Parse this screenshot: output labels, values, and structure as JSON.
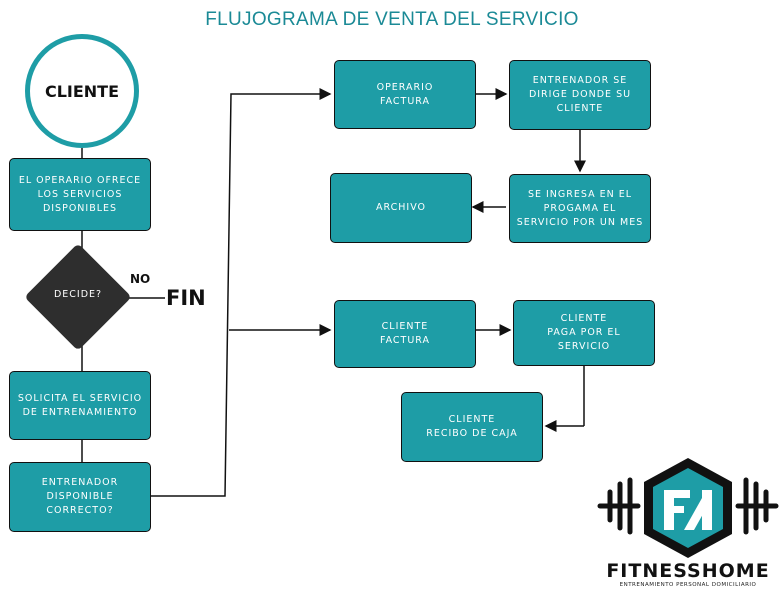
{
  "title": "FLUJOGRAMA DE VENTA DEL SERVICIO",
  "nodes": {
    "cliente": "CLIENTE",
    "ofrece": "EL OPERARIO OFRECE\nLOS SERVICIOS\nDISPONIBLES",
    "decide": "DECIDE?",
    "no_label": "NO",
    "fin": "FIN",
    "solicita": "SOLICITA EL SERVICIO\nDE ENTRENAMIENTO",
    "entrenador_disp": "ENTRENADOR\nDISPONIBLE\nCORRECTO?",
    "operario_factura": "OPERARIO\nFACTURA",
    "entrenador_dirige": "ENTRENADOR SE\nDIRIGE DONDE SU\nCLIENTE",
    "ingresa": "SE INGRESA EN EL\nPROGAMA EL\nSERVICIO POR UN MES",
    "archivo": "ARCHIVO",
    "cliente_factura": "CLIENTE\nFACTURA",
    "cliente_paga": "CLIENTE\nPAGA POR EL\nSERVICIO",
    "recibo": "CLIENTE\nRECIBO DE CAJA"
  },
  "logo": {
    "monogram": "FH",
    "wordmark": "FITNESSHOME",
    "tagline": "ENTRENAMIENTO PERSONAL DOMICILIARIO"
  },
  "colors": {
    "accent": "#1e9da6",
    "title": "#1b8a96",
    "decision": "#2e2e2e"
  }
}
